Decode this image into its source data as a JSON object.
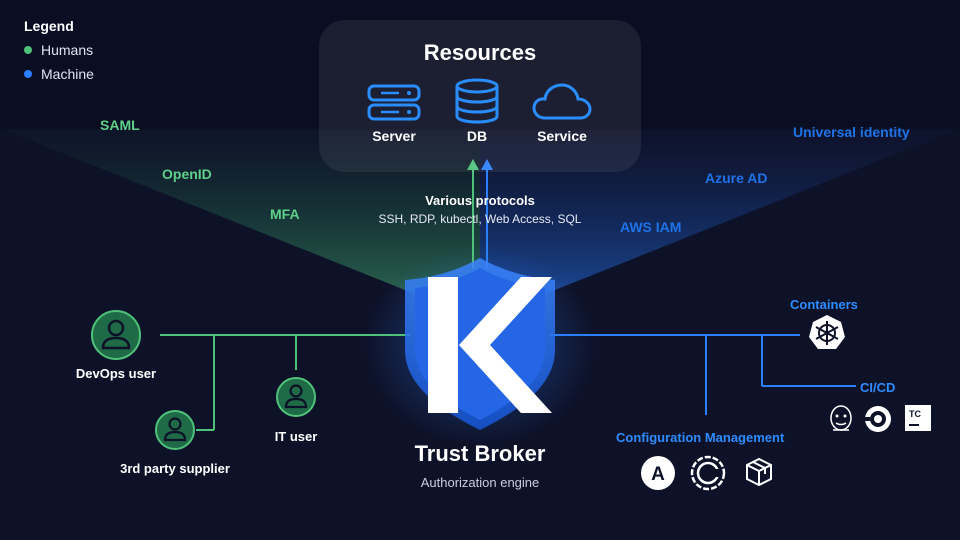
{
  "legend": {
    "title": "Legend",
    "items": [
      {
        "label": "Humans",
        "color": "#4fc27a"
      },
      {
        "label": "Machine",
        "color": "#2a7fff"
      }
    ]
  },
  "resources": {
    "title": "Resources",
    "items": [
      {
        "label": "Server",
        "icon": "server-icon"
      },
      {
        "label": "DB",
        "icon": "database-icon"
      },
      {
        "label": "Service",
        "icon": "cloud-icon"
      }
    ]
  },
  "human_protocols": [
    "SAML",
    "OpenID",
    "MFA"
  ],
  "machine_identities": [
    "Universal identity",
    "Azure AD",
    "AWS IAM"
  ],
  "various_protocols": {
    "title": "Various protocols",
    "subtitle": "SSH, RDP, kubectl, Web Access, SQL"
  },
  "trust_broker": {
    "title": "Trust Broker",
    "subtitle": "Authorization engine"
  },
  "users": [
    {
      "label": "DevOps user"
    },
    {
      "label": "3rd party supplier"
    },
    {
      "label": "IT user"
    }
  ],
  "machines": {
    "containers": {
      "label": "Containers",
      "icons": [
        "kubernetes-icon"
      ]
    },
    "cicd": {
      "label": "CI/CD",
      "icons": [
        "jenkins-icon",
        "circleci-icon",
        "teamcity-icon"
      ],
      "teamcity_text": "TC"
    },
    "config_mgmt": {
      "label": "Configuration Management",
      "icons": [
        "ansible-icon",
        "chef-icon",
        "puppet-icon"
      ],
      "ansible_text": "A"
    }
  },
  "colors": {
    "background": "#0e1229",
    "human": "#4fc27a",
    "machine": "#2a7fff"
  }
}
